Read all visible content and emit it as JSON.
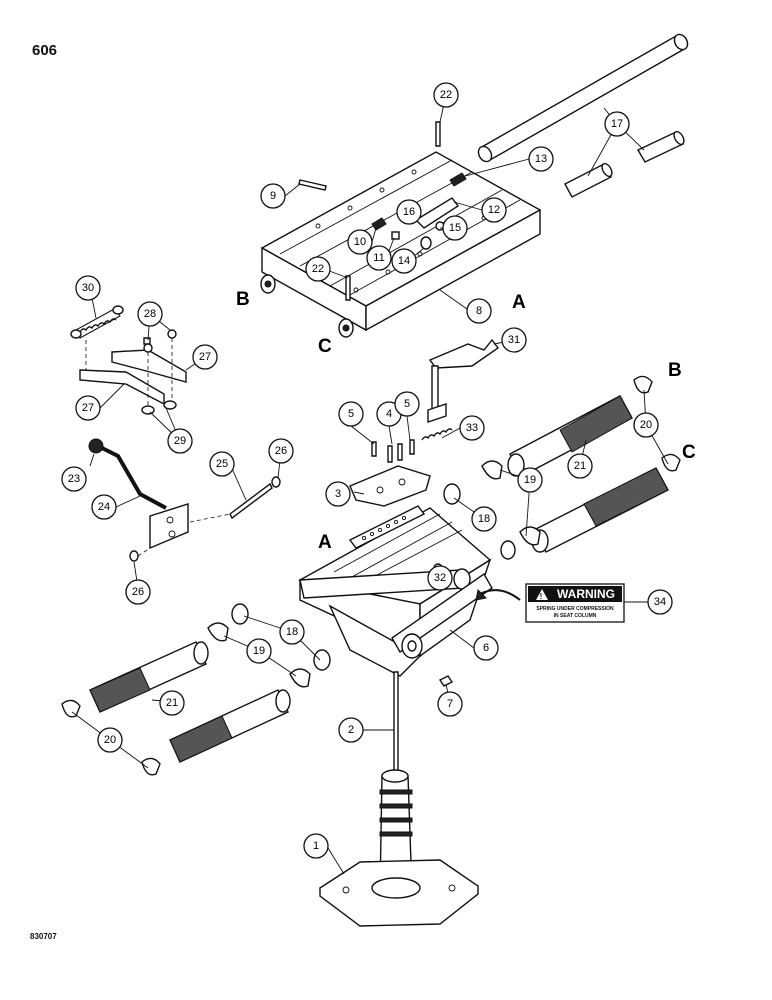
{
  "page_number": "606",
  "doc_code": "830707",
  "callouts": [
    {
      "label": "1"
    },
    {
      "label": "2"
    },
    {
      "label": "3"
    },
    {
      "label": "4"
    },
    {
      "label": "5"
    },
    {
      "label": "5"
    },
    {
      "label": "6"
    },
    {
      "label": "7"
    },
    {
      "label": "8"
    },
    {
      "label": "9"
    },
    {
      "label": "10"
    },
    {
      "label": "11"
    },
    {
      "label": "12"
    },
    {
      "label": "13"
    },
    {
      "label": "14"
    },
    {
      "label": "15"
    },
    {
      "label": "16"
    },
    {
      "label": "17"
    },
    {
      "label": "18"
    },
    {
      "label": "18"
    },
    {
      "label": "19"
    },
    {
      "label": "19"
    },
    {
      "label": "20"
    },
    {
      "label": "20"
    },
    {
      "label": "21"
    },
    {
      "label": "21"
    },
    {
      "label": "22"
    },
    {
      "label": "22"
    },
    {
      "label": "23"
    },
    {
      "label": "24"
    },
    {
      "label": "25"
    },
    {
      "label": "26"
    },
    {
      "label": "26"
    },
    {
      "label": "27"
    },
    {
      "label": "27"
    },
    {
      "label": "28"
    },
    {
      "label": "29"
    },
    {
      "label": "30"
    },
    {
      "label": "31"
    },
    {
      "label": "32"
    },
    {
      "label": "33"
    },
    {
      "label": "34"
    }
  ],
  "reference_letters": [
    {
      "label": "B"
    },
    {
      "label": "A"
    },
    {
      "label": "C"
    },
    {
      "label": "B"
    },
    {
      "label": "C"
    },
    {
      "label": "A"
    }
  ],
  "warning_decal": {
    "title": "WARNING",
    "line1": "SPRING UNDER COMPRESSION",
    "line2": "IN SEAT COLUMN"
  }
}
